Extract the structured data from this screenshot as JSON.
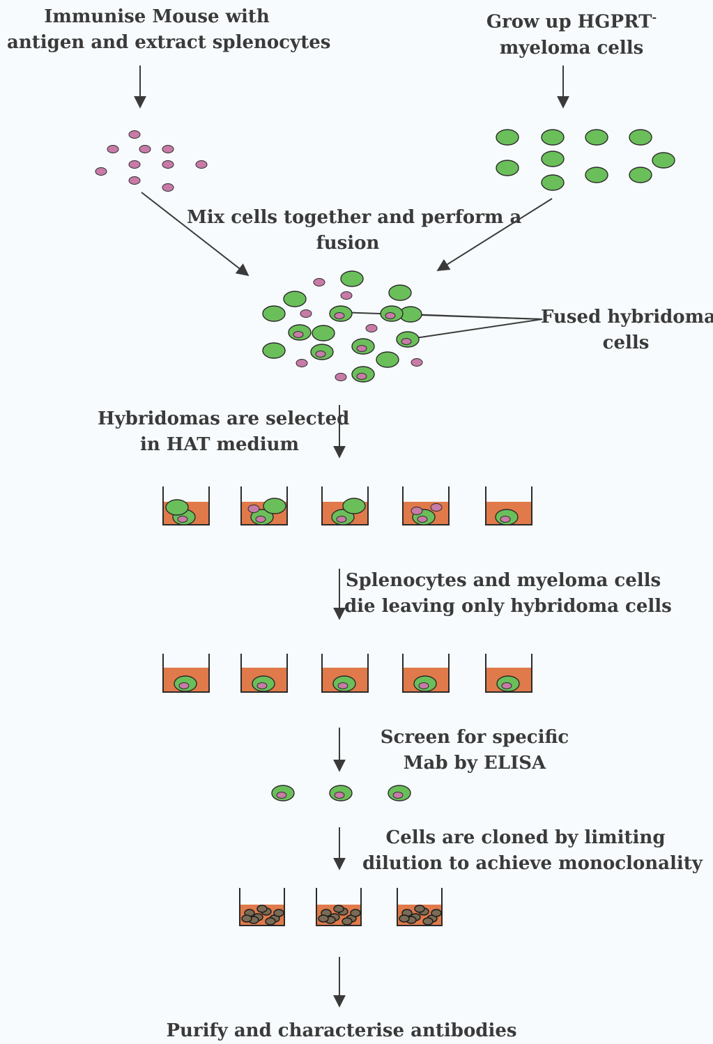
{
  "colors": {
    "background": "#f7fbfd",
    "splenocyte": "#c77ba6",
    "myeloma": "#6bbf5a",
    "cell_outline": "#2a2a2a",
    "medium": "#e07a4b",
    "text": "#3a3a3a",
    "arrow": "#3a3a3a"
  },
  "icons": {
    "splenocyte": "small-pink-oval-cell",
    "myeloma": "large-green-oval-cell",
    "hybridoma": "green-cell-with-pink-nucleus",
    "well": "culture-well-with-orange-medium",
    "colony": "dark-colony-clusters"
  },
  "steps": {
    "immunise": {
      "line1": "Immunise Mouse with",
      "line2": "antigen and extract splenocytes"
    },
    "myeloma": {
      "line1": "Grow up HGPRT",
      "superscript": "-",
      "line2": "myeloma cells"
    },
    "fusion": {
      "line1": "Mix cells together and perform a",
      "line2": "fusion"
    },
    "fused": {
      "line1": "Fused hybridoma",
      "line2": "cells"
    },
    "selection": {
      "line1": "Hybridomas are selected",
      "line2": "in HAT medium"
    },
    "death": {
      "line1": "Splenocytes and myeloma cells",
      "line2": "die leaving only hybridoma cells"
    },
    "screen": {
      "line1": "Screen for specific",
      "line2": "Mab by ELISA"
    },
    "cloning": {
      "line1": "Cells are cloned by limiting",
      "line2": "dilution to achieve monoclonality"
    },
    "purify": {
      "line1": "Purify and characterise antibodies"
    }
  }
}
